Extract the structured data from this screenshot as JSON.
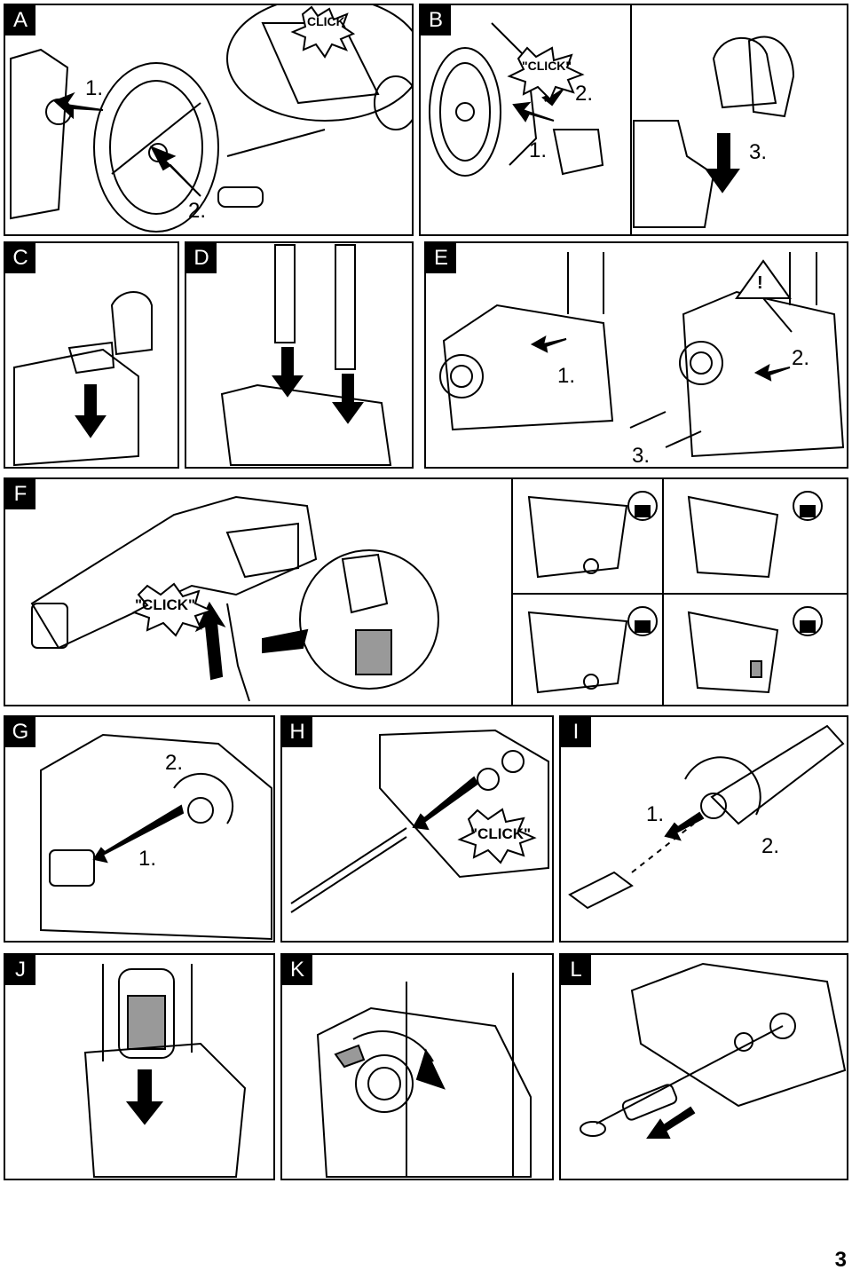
{
  "panels": {
    "A": {
      "letter": "A",
      "step1": "1.",
      "step2": "2.",
      "click": "CLICK"
    },
    "B": {
      "letter": "B",
      "step1": "1.",
      "step2": "2.",
      "step3": "3.",
      "click": "\"CLICK\""
    },
    "C": {
      "letter": "C"
    },
    "D": {
      "letter": "D"
    },
    "E": {
      "letter": "E",
      "step1": "1.",
      "step2": "2.",
      "step3": "3.",
      "warning": "!"
    },
    "F": {
      "letter": "F",
      "click": "\"CLICK\""
    },
    "G": {
      "letter": "G",
      "step1": "1.",
      "step2": "2."
    },
    "H": {
      "letter": "H",
      "click": "\"CLICK\""
    },
    "I": {
      "letter": "I",
      "step1": "1.",
      "step2": "2."
    },
    "J": {
      "letter": "J"
    },
    "K": {
      "letter": "K"
    },
    "L": {
      "letter": "L"
    }
  },
  "page_number": "3",
  "icons": {
    "lock_open": "padlock-open-icon",
    "lock_closed": "padlock-closed-icon",
    "warning": "warning-triangle-icon",
    "arrow": "arrow-icon"
  }
}
